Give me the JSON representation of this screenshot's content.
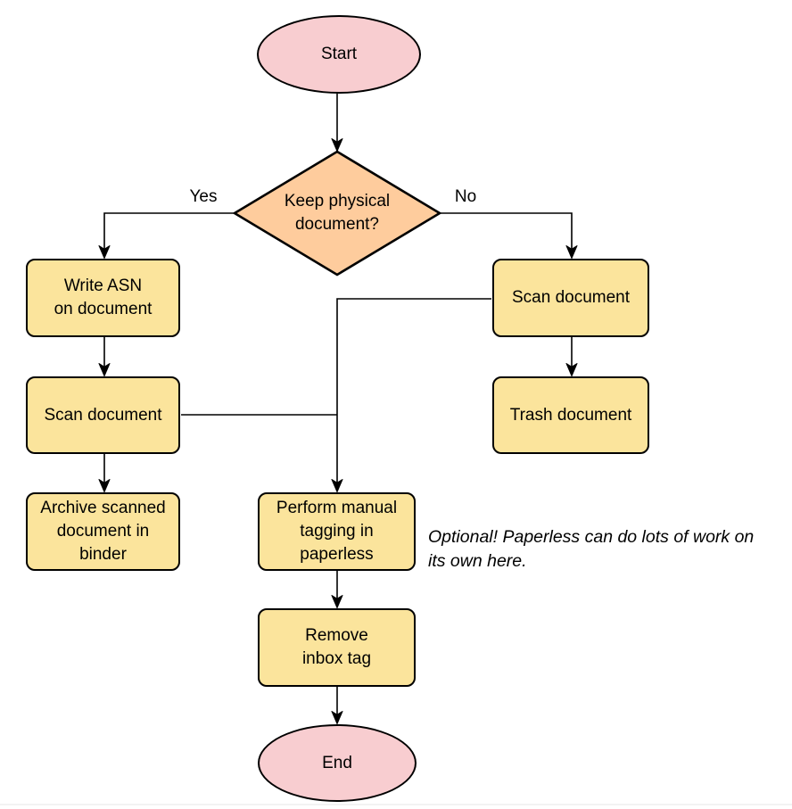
{
  "diagram": {
    "nodes": {
      "start": {
        "label": "Start",
        "type": "terminal"
      },
      "decision": {
        "label": "Keep physical\ndocument?",
        "type": "decision"
      },
      "write_asn": {
        "label": "Write ASN\non document",
        "type": "process"
      },
      "scan_left": {
        "label": "Scan document",
        "type": "process"
      },
      "archive": {
        "label": "Archive scanned\ndocument in\nbinder",
        "type": "process"
      },
      "scan_right": {
        "label": "Scan document",
        "type": "process"
      },
      "trash": {
        "label": "Trash document",
        "type": "process"
      },
      "tagging": {
        "label": "Perform manual\ntagging in\npaperless",
        "type": "process"
      },
      "remove_inbox": {
        "label": "Remove\ninbox tag",
        "type": "process"
      },
      "end": {
        "label": "End",
        "type": "terminal"
      }
    },
    "edge_labels": {
      "yes": "Yes",
      "no": "No"
    },
    "note": "Optional! Paperless can do lots of work on\nits own here.",
    "colors": {
      "terminal_fill": "#f8cdd0",
      "decision_fill": "#fecc9d",
      "process_fill": "#fbe49c",
      "stroke": "#000000"
    }
  }
}
